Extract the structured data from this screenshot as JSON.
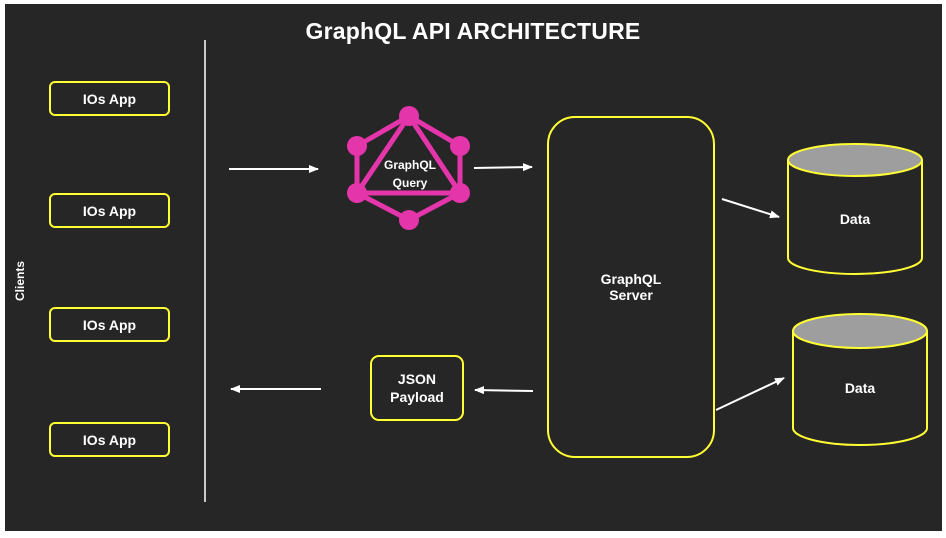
{
  "title": "GraphQL API ARCHITECTURE",
  "clients": {
    "label": "Clients",
    "apps": [
      {
        "label": "IOs App"
      },
      {
        "label": "IOs App"
      },
      {
        "label": "IOs App"
      },
      {
        "label": "IOs App"
      }
    ]
  },
  "query": {
    "line1": "GraphQL",
    "line2": "Query",
    "logo_icon": "graphql-logo-icon"
  },
  "server": {
    "line1": "GraphQL",
    "line2": "Server"
  },
  "json_payload": {
    "line1": "JSON",
    "line2": "Payload"
  },
  "databases": [
    {
      "label": "Data"
    },
    {
      "label": "Data"
    }
  ],
  "colors": {
    "background": "#262626",
    "outline": "#ffff33",
    "text": "#ffffff",
    "graphql_logo": "#e535ab",
    "db_top": "#9e9e9e"
  }
}
